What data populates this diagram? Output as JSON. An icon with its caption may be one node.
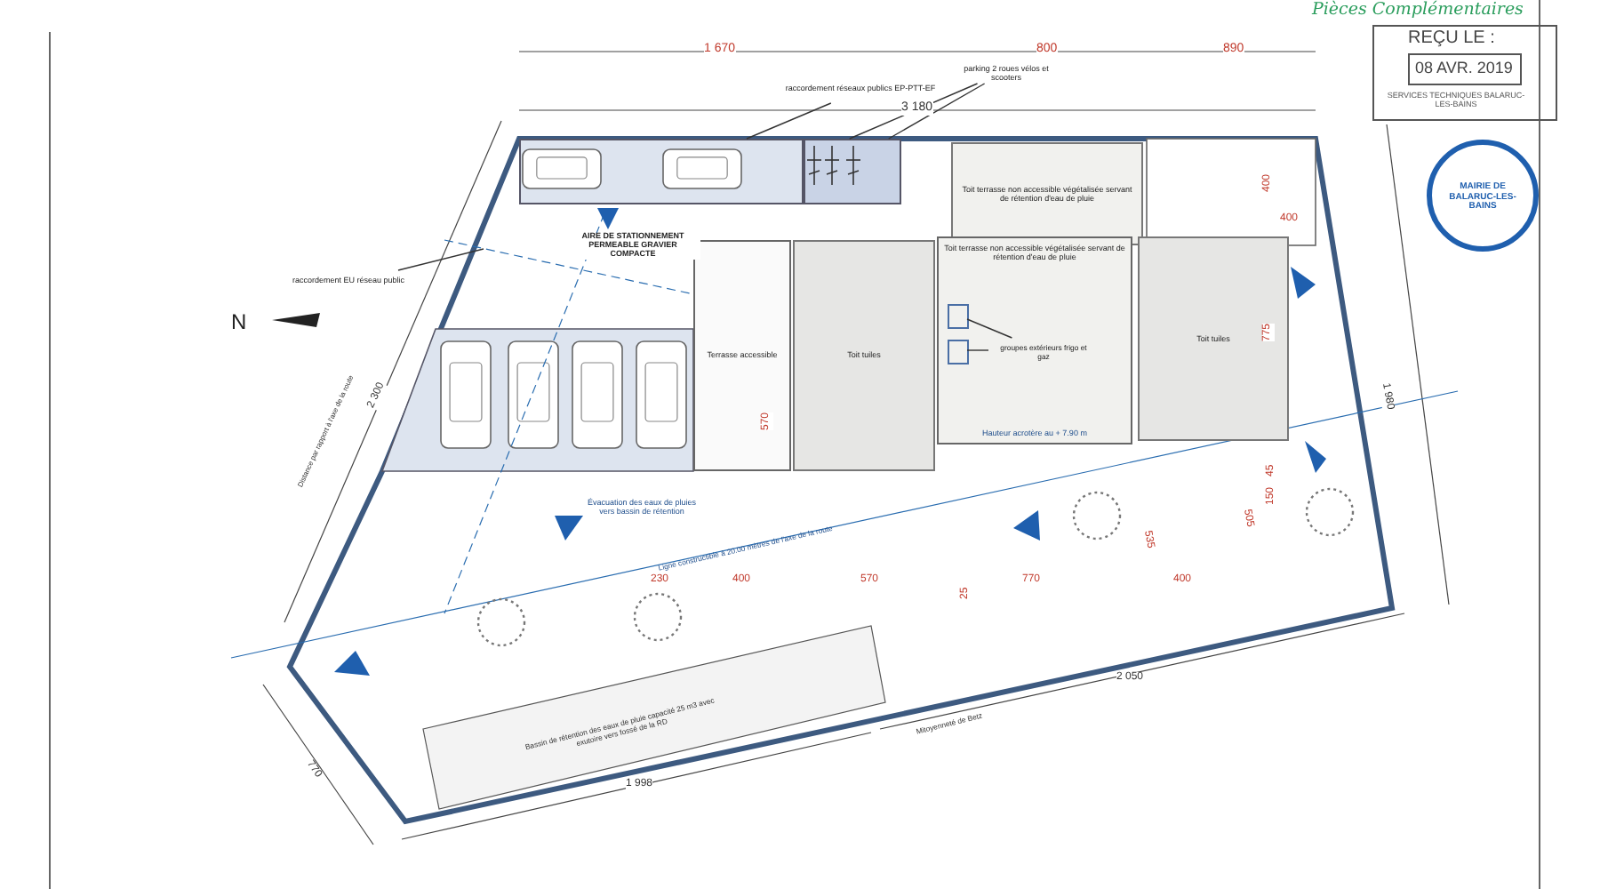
{
  "diagram": {
    "nodes": [
      {
        "text": [
          "raccordement réseaux publics EP-PTT-EF"
        ]
      },
      {
        "text": [
          "parking 2 roues vélos et scooters"
        ]
      },
      {
        "text": [
          "Toit terrasse non accessible végétalisée servant de rétention d'eau de pluie"
        ]
      },
      {
        "text": [
          "raccordement EU réseau public"
        ]
      },
      {
        "text": [
          "Terrasse accessible"
        ]
      },
      {
        "text": [
          "Toit tuiles"
        ]
      },
      {
        "text": [
          "Toit terrasse non accessible végétalisée servant de rétention d'eau de pluie",
          "Hauteur acrotère au + 7.90 m"
        ]
      },
      {
        "text": [
          "groupes extérieurs frigo et gaz"
        ],
        "in": 6
      },
      {
        "text": [],
        "shape": "box",
        "in": 6
      },
      {
        "text": [],
        "shape": "box",
        "in": 6
      },
      {
        "text": [
          "Toit tuiles"
        ]
      },
      {
        "text": [],
        "shape": "box"
      },
      {
        "text": [],
        "shape": "box"
      }
    ],
    "edges": [
      {
        "from": 0,
        "to": 11,
        "arrow": "none"
      },
      {
        "from": 1,
        "to": 12,
        "arrow": "none"
      },
      {
        "from": 1,
        "to": 12,
        "arrow": "none"
      },
      {
        "from": 3,
        "to": null,
        "arrow": "none"
      },
      {
        "from": 7,
        "to": 8,
        "arrow": "none"
      },
      {
        "from": 7,
        "to": 9,
        "arrow": "none"
      }
    ],
    "labels": [
      "Pièces Complémentaires",
      "REÇU LE :",
      "08 AVR. 2019",
      "SERVICES TECHNIQUES BALARUC-LES-BAINS",
      "MAIRIE DE BALARUC-LES-BAINS",
      "1 670",
      "800",
      "890",
      "3 180",
      "N",
      "AIRE DE STATIONNEMENT PERMEABLE GRAVIER COMPACTE",
      "400",
      "400",
      "2 300",
      "570",
      "775",
      "1 980",
      "Distance par rapport à l'axe de la route",
      "Évacuation des eaux de pluies vers bassin de rétention",
      "Ligne constructible à 20.00 mètres de l'axe de la route",
      "150",
      "45",
      "230",
      "400",
      "570",
      "25",
      "770",
      "400",
      "535",
      "505",
      "770",
      "Bassin de rétention des eaux de pluie capacité 25 m3 avec exutoire vers fossé de la RD",
      "1 998",
      "2 050",
      "Mitoyenneté de Betz"
    ]
  }
}
